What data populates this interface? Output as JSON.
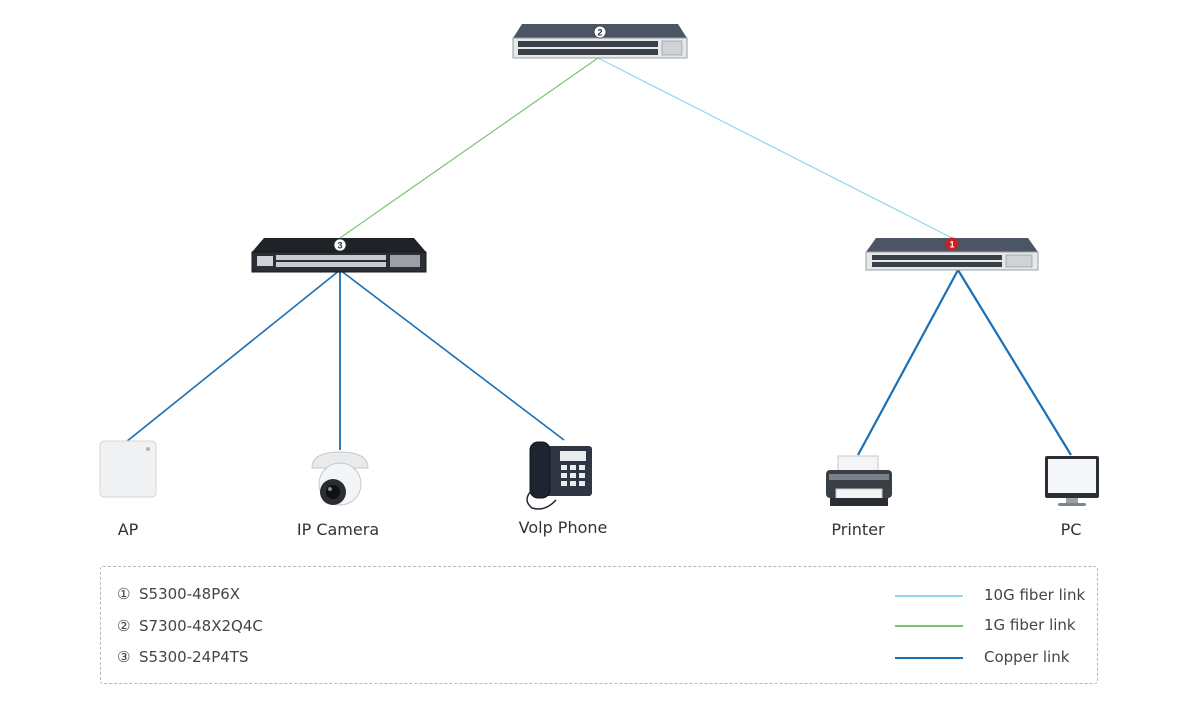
{
  "colors": {
    "fiber_10g": "#8fd8ea",
    "fiber_1g": "#7cc474",
    "copper": "#1a6fb5",
    "badge_dark": "#333333",
    "badge_red": "#cc1f1f"
  },
  "switches": [
    {
      "badge": "2",
      "model": "S7300-48X2Q4C"
    },
    {
      "badge": "3",
      "model": "S5300-24P4TS"
    },
    {
      "badge": "1",
      "model": "S5300-48P6X"
    }
  ],
  "devices": {
    "ap": {
      "label": "AP",
      "icon": "access-point-icon"
    },
    "camera": {
      "label": "IP Camera",
      "icon": "dome-camera-icon"
    },
    "phone": {
      "label": "Volp Phone",
      "icon": "voip-phone-icon"
    },
    "printer": {
      "label": "Printer",
      "icon": "printer-icon"
    },
    "pc": {
      "label": "PC",
      "icon": "monitor-icon"
    }
  },
  "legend": {
    "models": [
      {
        "num": "①",
        "name": "S5300-48P6X"
      },
      {
        "num": "②",
        "name": "S7300-48X2Q4C"
      },
      {
        "num": "③",
        "name": "S5300-24P4TS"
      }
    ],
    "links": [
      {
        "label": "10G fiber link"
      },
      {
        "label": "1G fiber link"
      },
      {
        "label": "Copper link"
      }
    ]
  }
}
